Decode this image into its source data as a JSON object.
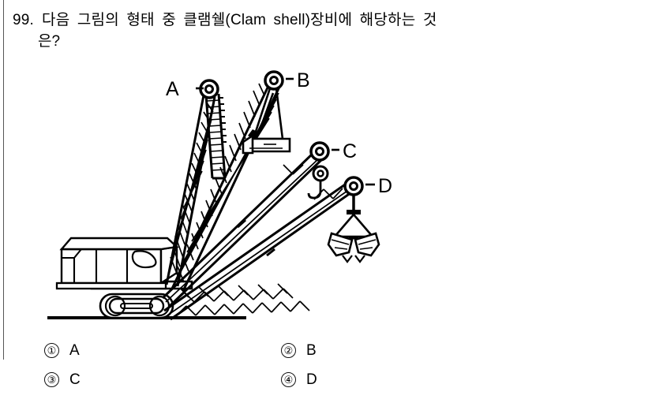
{
  "question": {
    "number": "99.",
    "line1": "다음 그림의 형태 중 클램쉘(Clam shell)장비에 해당하는 것",
    "line2": "은?"
  },
  "figure": {
    "alt_name": "crawler-crane-attachment-types",
    "ground_line": "ground",
    "callouts": [
      {
        "id": "A",
        "label": "A",
        "attachment": "shovel-dipper-boom"
      },
      {
        "id": "B",
        "label": "B",
        "attachment": "dragline-bucket-boom"
      },
      {
        "id": "C",
        "label": "C",
        "attachment": "hook-block-boom"
      },
      {
        "id": "D",
        "label": "D",
        "attachment": "clamshell-grab-bucket-boom"
      }
    ]
  },
  "options": [
    {
      "marker": "①",
      "label": "A"
    },
    {
      "marker": "②",
      "label": "B"
    },
    {
      "marker": "③",
      "label": "C"
    },
    {
      "marker": "④",
      "label": "D"
    }
  ],
  "colors": {
    "ink": "#000000",
    "page_rule": "#555555",
    "background": "#ffffff"
  }
}
